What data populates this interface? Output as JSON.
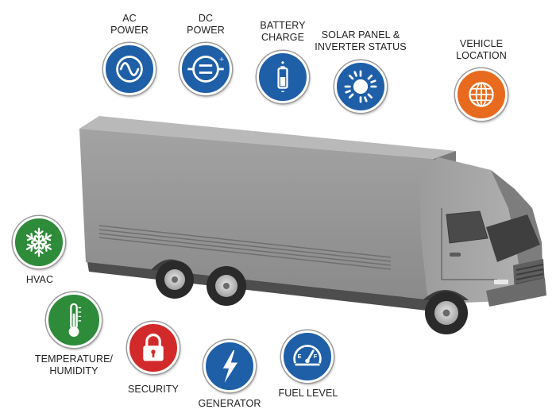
{
  "colors": {
    "blue": "#1f5fa8",
    "orange": "#e86a1e",
    "green": "#2e8b3a",
    "red": "#d22a2a",
    "truck_body": "#8f8f8f",
    "truck_dark": "#5e5e5e"
  },
  "badges": [
    {
      "id": "ac-power",
      "icon": "ac-sine-icon",
      "color": "blue",
      "label": [
        "AC",
        "POWER"
      ]
    },
    {
      "id": "dc-power",
      "icon": "dc-power-icon",
      "color": "blue",
      "label": [
        "DC",
        "POWER"
      ]
    },
    {
      "id": "battery-charge",
      "icon": "battery-icon",
      "color": "blue",
      "label": [
        "BATTERY",
        "CHARGE"
      ]
    },
    {
      "id": "solar-panel-inverter-status",
      "icon": "sun-icon",
      "color": "blue",
      "label": [
        "SOLAR PANEL &",
        "INVERTER STATUS"
      ]
    },
    {
      "id": "vehicle-location",
      "icon": "globe-icon",
      "color": "orange",
      "label": [
        "VEHICLE",
        "LOCATION"
      ]
    },
    {
      "id": "hvac",
      "icon": "snowflake-icon",
      "color": "green",
      "label": [
        "HVAC"
      ]
    },
    {
      "id": "temperature-humidity",
      "icon": "thermometer-icon",
      "color": "green",
      "label": [
        "TEMPERATURE/",
        "HUMIDITY"
      ]
    },
    {
      "id": "security",
      "icon": "padlock-icon",
      "color": "red",
      "label": [
        "SECURITY"
      ]
    },
    {
      "id": "generator",
      "icon": "lightning-bolt-icon",
      "color": "blue",
      "label": [
        "GENERATOR"
      ]
    },
    {
      "id": "fuel-level",
      "icon": "fuel-gauge-icon",
      "color": "blue",
      "label": [
        "FUEL LEVEL"
      ]
    }
  ],
  "gauge_letters": {
    "empty": "E",
    "full": "F"
  }
}
